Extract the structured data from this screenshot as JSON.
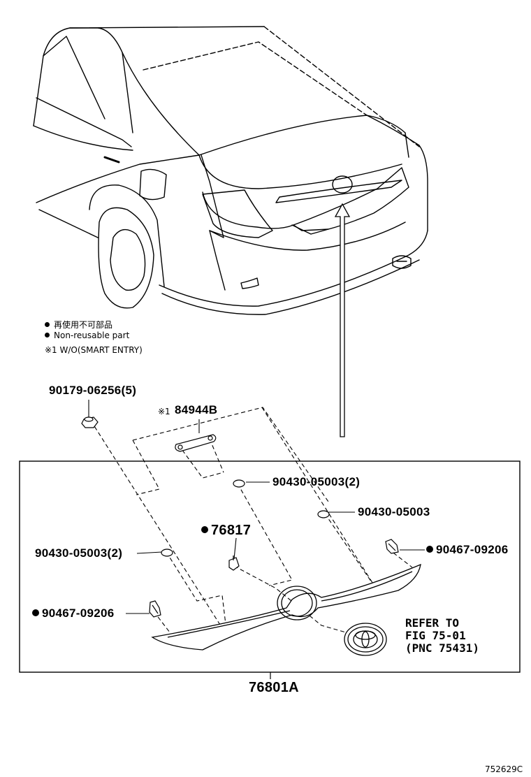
{
  "legend": {
    "jp_note": "再使用不可部品",
    "en_note": "Non-reusable part",
    "footnote": "※1 W/O(SMART ENTRY)"
  },
  "parts": {
    "clip_top": "90179-06256(5)",
    "ref_mark": "※1",
    "bracket": "84944B",
    "spacer_upper_2": "90430-05003(2)",
    "spacer_right": "90430-05003",
    "screw_center": "76817",
    "spacer_left_2": "90430-05003(2)",
    "clip_right": "90467-09206",
    "clip_left": "90467-09206",
    "assembly": "76801A"
  },
  "refer": {
    "line1": "REFER TO",
    "line2": "FIG 75-01",
    "line3": "(PNC 75431)"
  },
  "drawing_id": "752629C"
}
